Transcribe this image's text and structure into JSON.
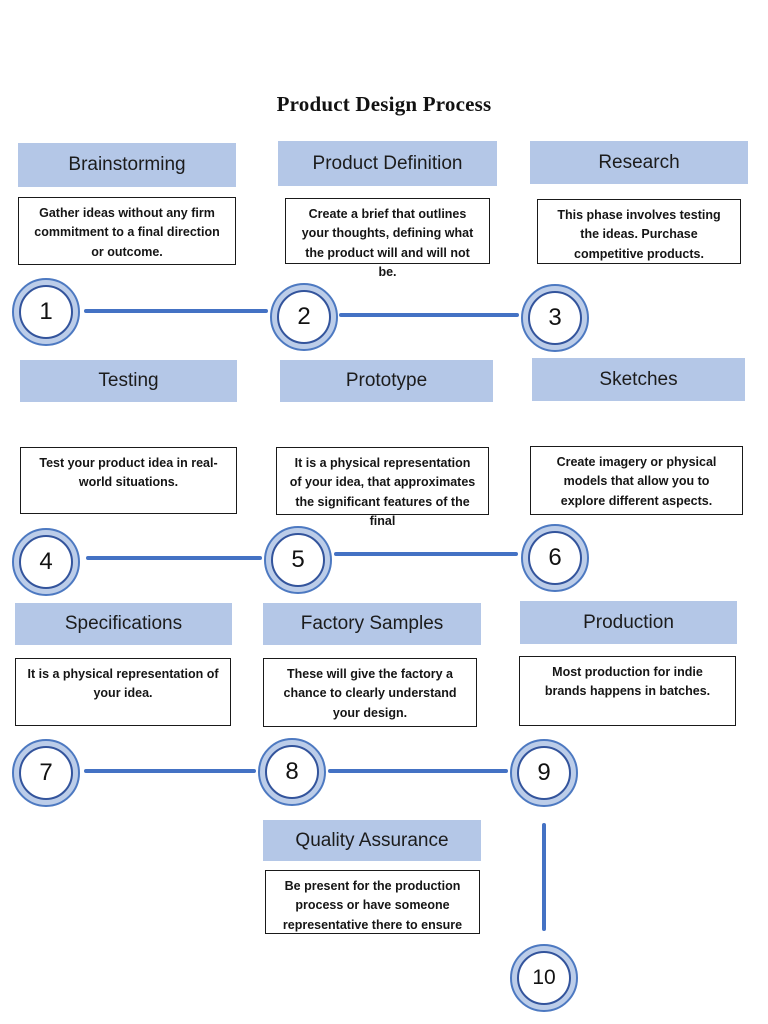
{
  "title": "Product Design Process",
  "colors": {
    "header_bg": "#b4c7e7",
    "accent_line": "#4472c4",
    "circle_fill": "#bccde9",
    "circle_border": "#4d79c1",
    "circle_inner_border": "#33549c",
    "box_border": "#1a1a1a",
    "text": "#1c1c1c"
  },
  "phases": [
    {
      "number": "1",
      "label": "Brainstorming",
      "description": "Gather ideas without any firm commitment to a final direction or outcome."
    },
    {
      "number": "2",
      "label": "Product Definition",
      "description": "Create a brief that outlines your thoughts, defining what the product will and will not be."
    },
    {
      "number": "3",
      "label": "Research",
      "description": "This phase involves testing the ideas. Purchase competitive products."
    },
    {
      "number": "4",
      "label": "Testing",
      "description": "Test your product idea in real-world situations."
    },
    {
      "number": "5",
      "label": "Prototype",
      "description": "It is a physical representation of your idea, that approximates the significant features of the final"
    },
    {
      "number": "6",
      "label": "Sketches",
      "description": "Create imagery or physical models that allow you to explore different aspects."
    },
    {
      "number": "7",
      "label": "Specifications",
      "description": "It is a physical representation of your idea."
    },
    {
      "number": "8",
      "label": "Factory Samples",
      "description": "These will give the factory a chance to clearly understand your design."
    },
    {
      "number": "9",
      "label": "Production",
      "description": "Most production for indie brands happens in batches."
    },
    {
      "number": "10",
      "label": "Quality Assurance",
      "description": "Be present for the production process or have someone representative there to ensure"
    }
  ]
}
